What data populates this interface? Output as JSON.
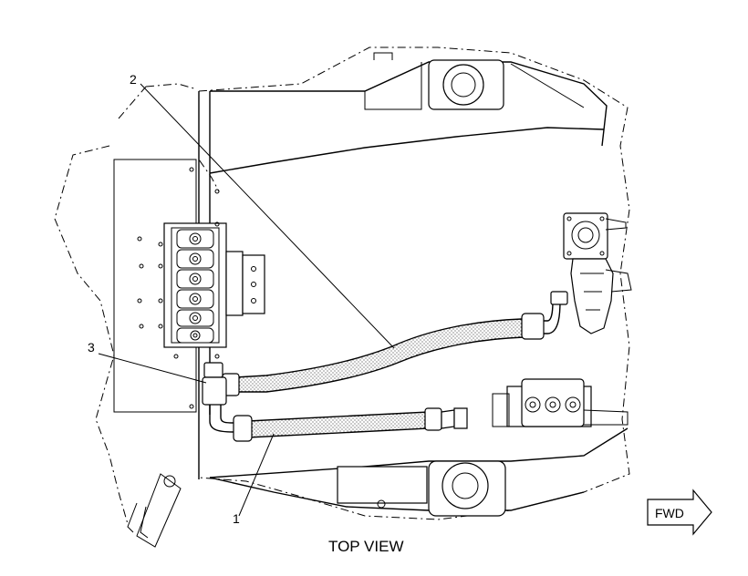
{
  "callouts": [
    {
      "id": "1",
      "text": "1"
    },
    {
      "id": "2",
      "text": "2"
    },
    {
      "id": "3",
      "text": "3"
    }
  ],
  "view_label": "TOP VIEW",
  "direction_arrow": {
    "text": "FWD"
  },
  "colors": {
    "line": "#000000",
    "background": "#ffffff"
  }
}
